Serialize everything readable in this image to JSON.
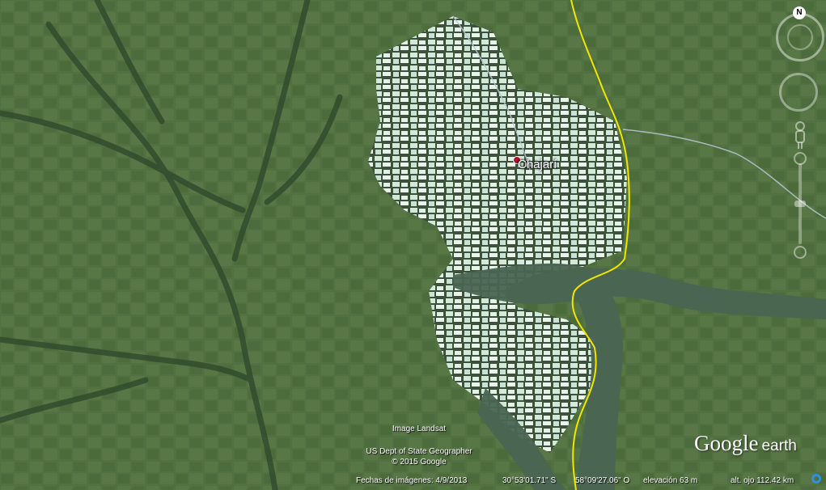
{
  "place": {
    "name": "Chajarí",
    "marker_color": "#b2132b"
  },
  "attribution": {
    "imagery": "Image Landsat",
    "dept": "US Dept of State Geographer",
    "copyright": "© 2015 Google"
  },
  "logo": {
    "google": "Google",
    "earth": "earth"
  },
  "status": {
    "imagery_date": "Fechas de imágenes: 4/9/2013",
    "latitude": "30°53'01.71\" S",
    "longitude": "58°09'27.06\" O",
    "elevation": "elevación    63 m",
    "eye_altitude": "alt. ojo 112.42 km"
  },
  "controls": {
    "compass_label": "N",
    "icons": [
      "compass-icon",
      "look-joystick-icon",
      "street-view-pegman-icon",
      "zoom-slider-icon",
      "streaming-icon"
    ]
  },
  "colors": {
    "border_line": "#f2e600",
    "river": "#4a6552",
    "land": "#4f6e3e",
    "greenhouse": "#dff5ea",
    "road": "#b8c8d6"
  }
}
